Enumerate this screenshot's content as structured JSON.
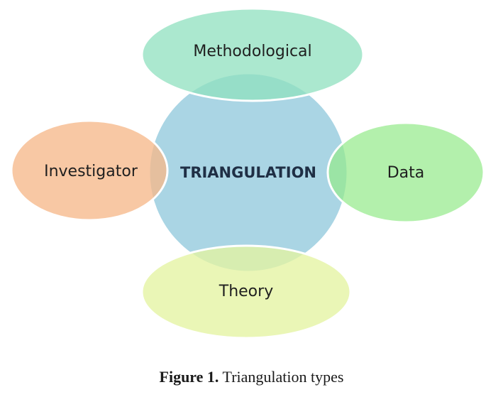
{
  "diagram": {
    "center": {
      "label": "TRIANGULATION",
      "color": "#aad5e4"
    },
    "nodes": {
      "top": {
        "label": "Methodological",
        "color": "#8fe0bf"
      },
      "left": {
        "label": "Investigator",
        "color": "#f6b88a"
      },
      "right": {
        "label": "Data",
        "color": "#96ea8c"
      },
      "bottom": {
        "label": "Theory",
        "color": "#e4f3a1"
      }
    }
  },
  "caption": {
    "prefix": "Figure 1.",
    "text": "Triangulation types"
  }
}
